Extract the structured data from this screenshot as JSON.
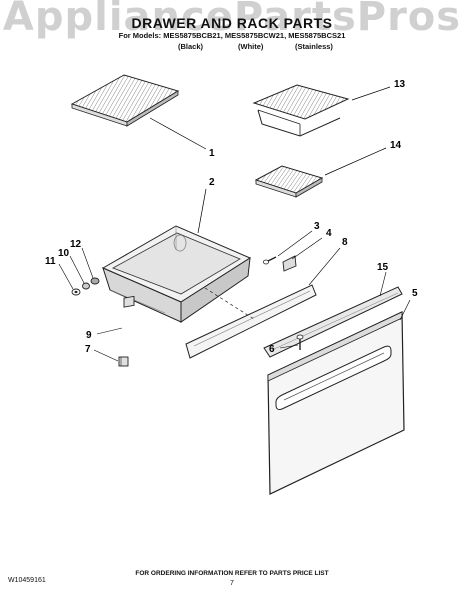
{
  "watermark": "AppliancePartsPros",
  "title": "DRAWER AND RACK PARTS",
  "models_line": "For Models: MES5875BCB21, MES5875BCW21, MES5875BCS21",
  "finishes": [
    "(Black)",
    "(White)",
    "(Stainless)"
  ],
  "callouts": [
    "1",
    "2",
    "3",
    "4",
    "5",
    "6",
    "7",
    "8",
    "9",
    "10",
    "11",
    "12",
    "13",
    "14",
    "15"
  ],
  "footer": {
    "doc_number": "W10459161",
    "ordering_note": "FOR ORDERING INFORMATION REFER TO PARTS PRICE LIST",
    "page_number": "7"
  }
}
